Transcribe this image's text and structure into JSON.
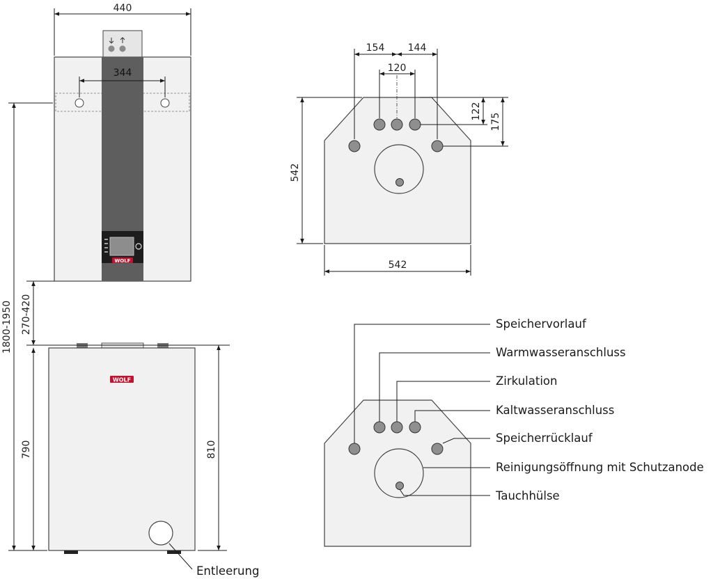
{
  "dimensions": {
    "width_top": "440",
    "hole_spacing": "344",
    "top_154": "154",
    "top_144": "144",
    "top_120": "120",
    "top_122": "122",
    "top_175": "175",
    "top_542_v": "542",
    "top_542_h": "542",
    "total_height": "1800-1950",
    "gap_height": "270-420",
    "tank_height_left": "790",
    "tank_height_right": "810"
  },
  "labels": {
    "speichervorlauf": "Speichervorlauf",
    "warmwasseranschluss": "Warmwasseranschluss",
    "zirkulation": "Zirkulation",
    "kaltwasseranschluss": "Kaltwasseranschluss",
    "speicherruecklauf": "Speicherrücklauf",
    "reinigungsoeffnung": "Reinigungsöffnung mit Schutzanode",
    "tauchhuelse": "Tauchhülse",
    "entleerung": "Entleerung"
  },
  "brand": "WOLF"
}
